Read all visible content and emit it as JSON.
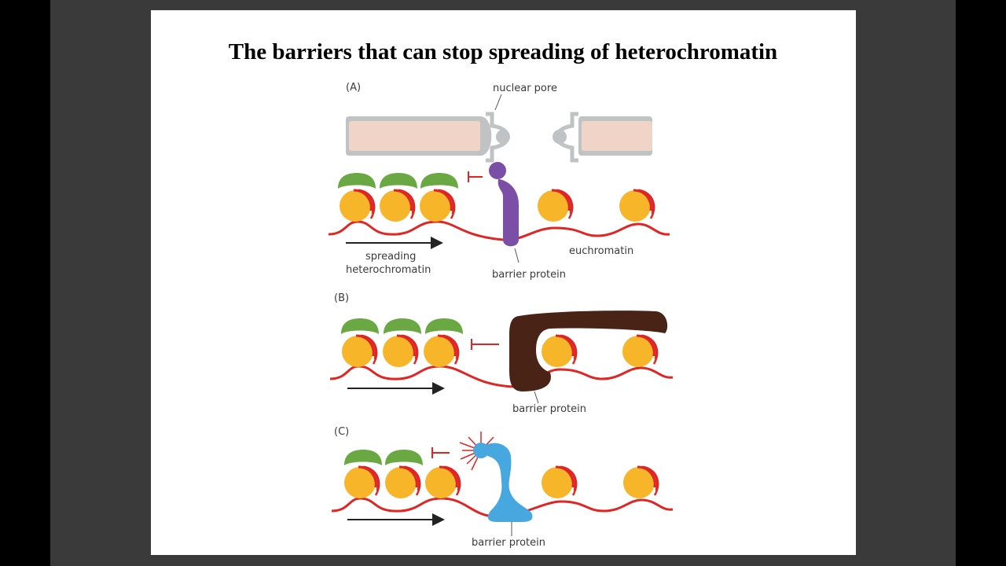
{
  "title": "The barriers that can stop spreading of heterochromatin",
  "panels": [
    {
      "id": "A",
      "letter": "(A)",
      "labels": {
        "nuclear_pore": "nuclear pore",
        "spreading_line1": "spreading",
        "spreading_line2": "heterochromatin",
        "barrier": "barrier protein",
        "euchromatin": "euchromatin"
      }
    },
    {
      "id": "B",
      "letter": "(B)",
      "labels": {
        "barrier": "barrier protein"
      }
    },
    {
      "id": "C",
      "letter": "(C)",
      "labels": {
        "barrier": "barrier protein"
      }
    }
  ],
  "colors": {
    "nucleosome": "#f7b52a",
    "dna": "#e02525",
    "heterochromatin_protein": "#6aa843",
    "barrier_a": "#7b4fa6",
    "barrier_b": "#4a2317",
    "barrier_c": "#47a8e0",
    "pore_fill": "#f1d4c8",
    "pore_edge": "#bfc3c3"
  }
}
